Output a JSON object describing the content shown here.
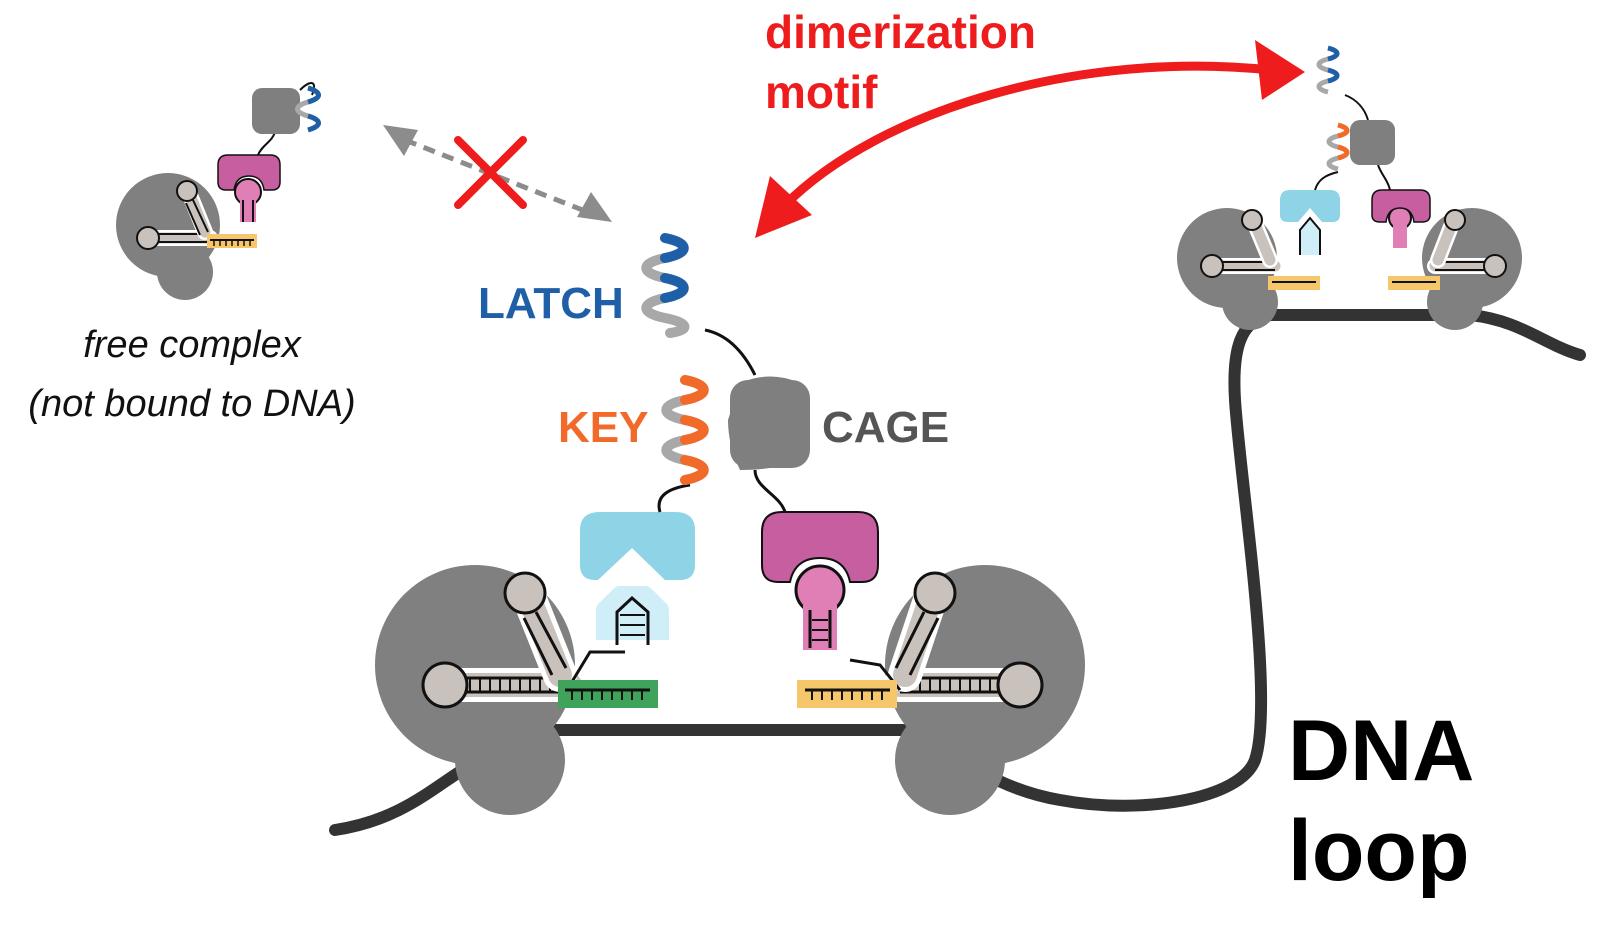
{
  "labels": {
    "free_complex_line1": "free complex",
    "free_complex_line2": "(not bound to DNA)",
    "dimerization_line1": "dimerization",
    "dimerization_line2": "motif",
    "latch": "LATCH",
    "key": "KEY",
    "cage": "CAGE",
    "dna_line1": "DNA",
    "dna_line2": "loop"
  },
  "colors": {
    "cas_gray": "#808080",
    "dna": "#333333",
    "latch_blue": "#1f5fa8",
    "helix_gray": "#a8a8a8",
    "key_orange": "#f26a2a",
    "cage_gray": "#7f7f7f",
    "light_blue_adaptor": "#8fd3e6",
    "magenta_adaptor": "#c75e9f",
    "pink_hairpin": "#e07fb5",
    "green_spacer": "#3fa35b",
    "yellow_spacer": "#f5c66a",
    "grna_fill": "#c9c2bc",
    "red_arrow": "#ee1c1c",
    "gray_arrow": "#8c8c8c"
  },
  "icons": {
    "blocked": "red-x-icon",
    "binding_arrow": "double-headed-arrow-icon"
  }
}
